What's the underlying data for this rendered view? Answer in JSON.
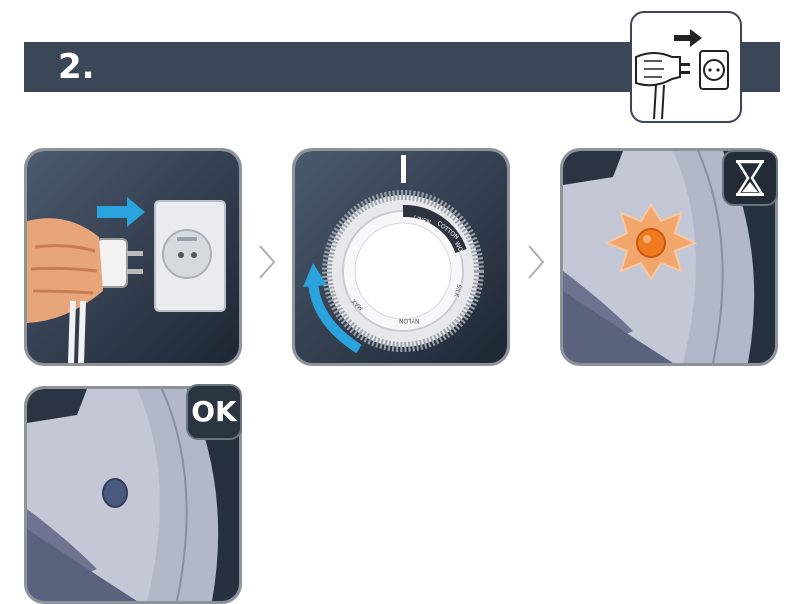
{
  "header": {
    "step_number": "2."
  },
  "panels": [
    {
      "name": "plug-in-panel",
      "icon": "plug-into-socket"
    },
    {
      "name": "temperature-dial-panel",
      "icon": "dial-turn"
    },
    {
      "name": "heating-light-panel",
      "icon": "orange-light-on"
    },
    {
      "name": "ready-panel",
      "icon": "light-off"
    }
  ],
  "dial": {
    "labels": [
      "LINEN",
      "COTTON",
      "WOOL",
      "SILK",
      "NYLON",
      "MAX"
    ]
  },
  "badges": {
    "ok": "OK",
    "wait_icon": "hourglass-icon"
  },
  "colors": {
    "header": "#3b4656",
    "arrow_blue": "#2aa3dc",
    "light_orange": "#f07a1e",
    "panel_border": "#8d939b"
  }
}
